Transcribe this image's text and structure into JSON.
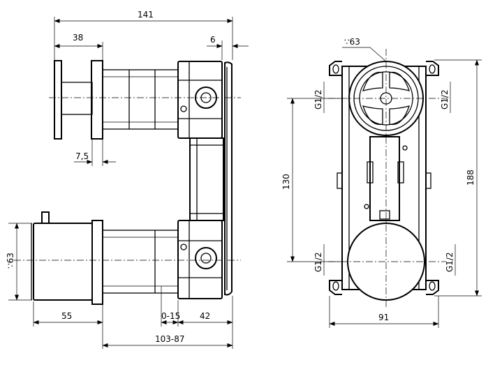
{
  "dimensions": {
    "d141": "141",
    "d38": "38",
    "d6": "6",
    "d7_5": "7,5",
    "d63_top": "∵63",
    "d63_left": "∵63",
    "d130": "130",
    "d188": "188",
    "d55": "55",
    "d0_15": "0-15",
    "d42": "42",
    "d103_87": "103-87",
    "d91": "91",
    "g12_ul": "G1/2",
    "g12_ur": "G1/2",
    "g12_ll": "G1/2",
    "g12_lr": "G1/2"
  }
}
